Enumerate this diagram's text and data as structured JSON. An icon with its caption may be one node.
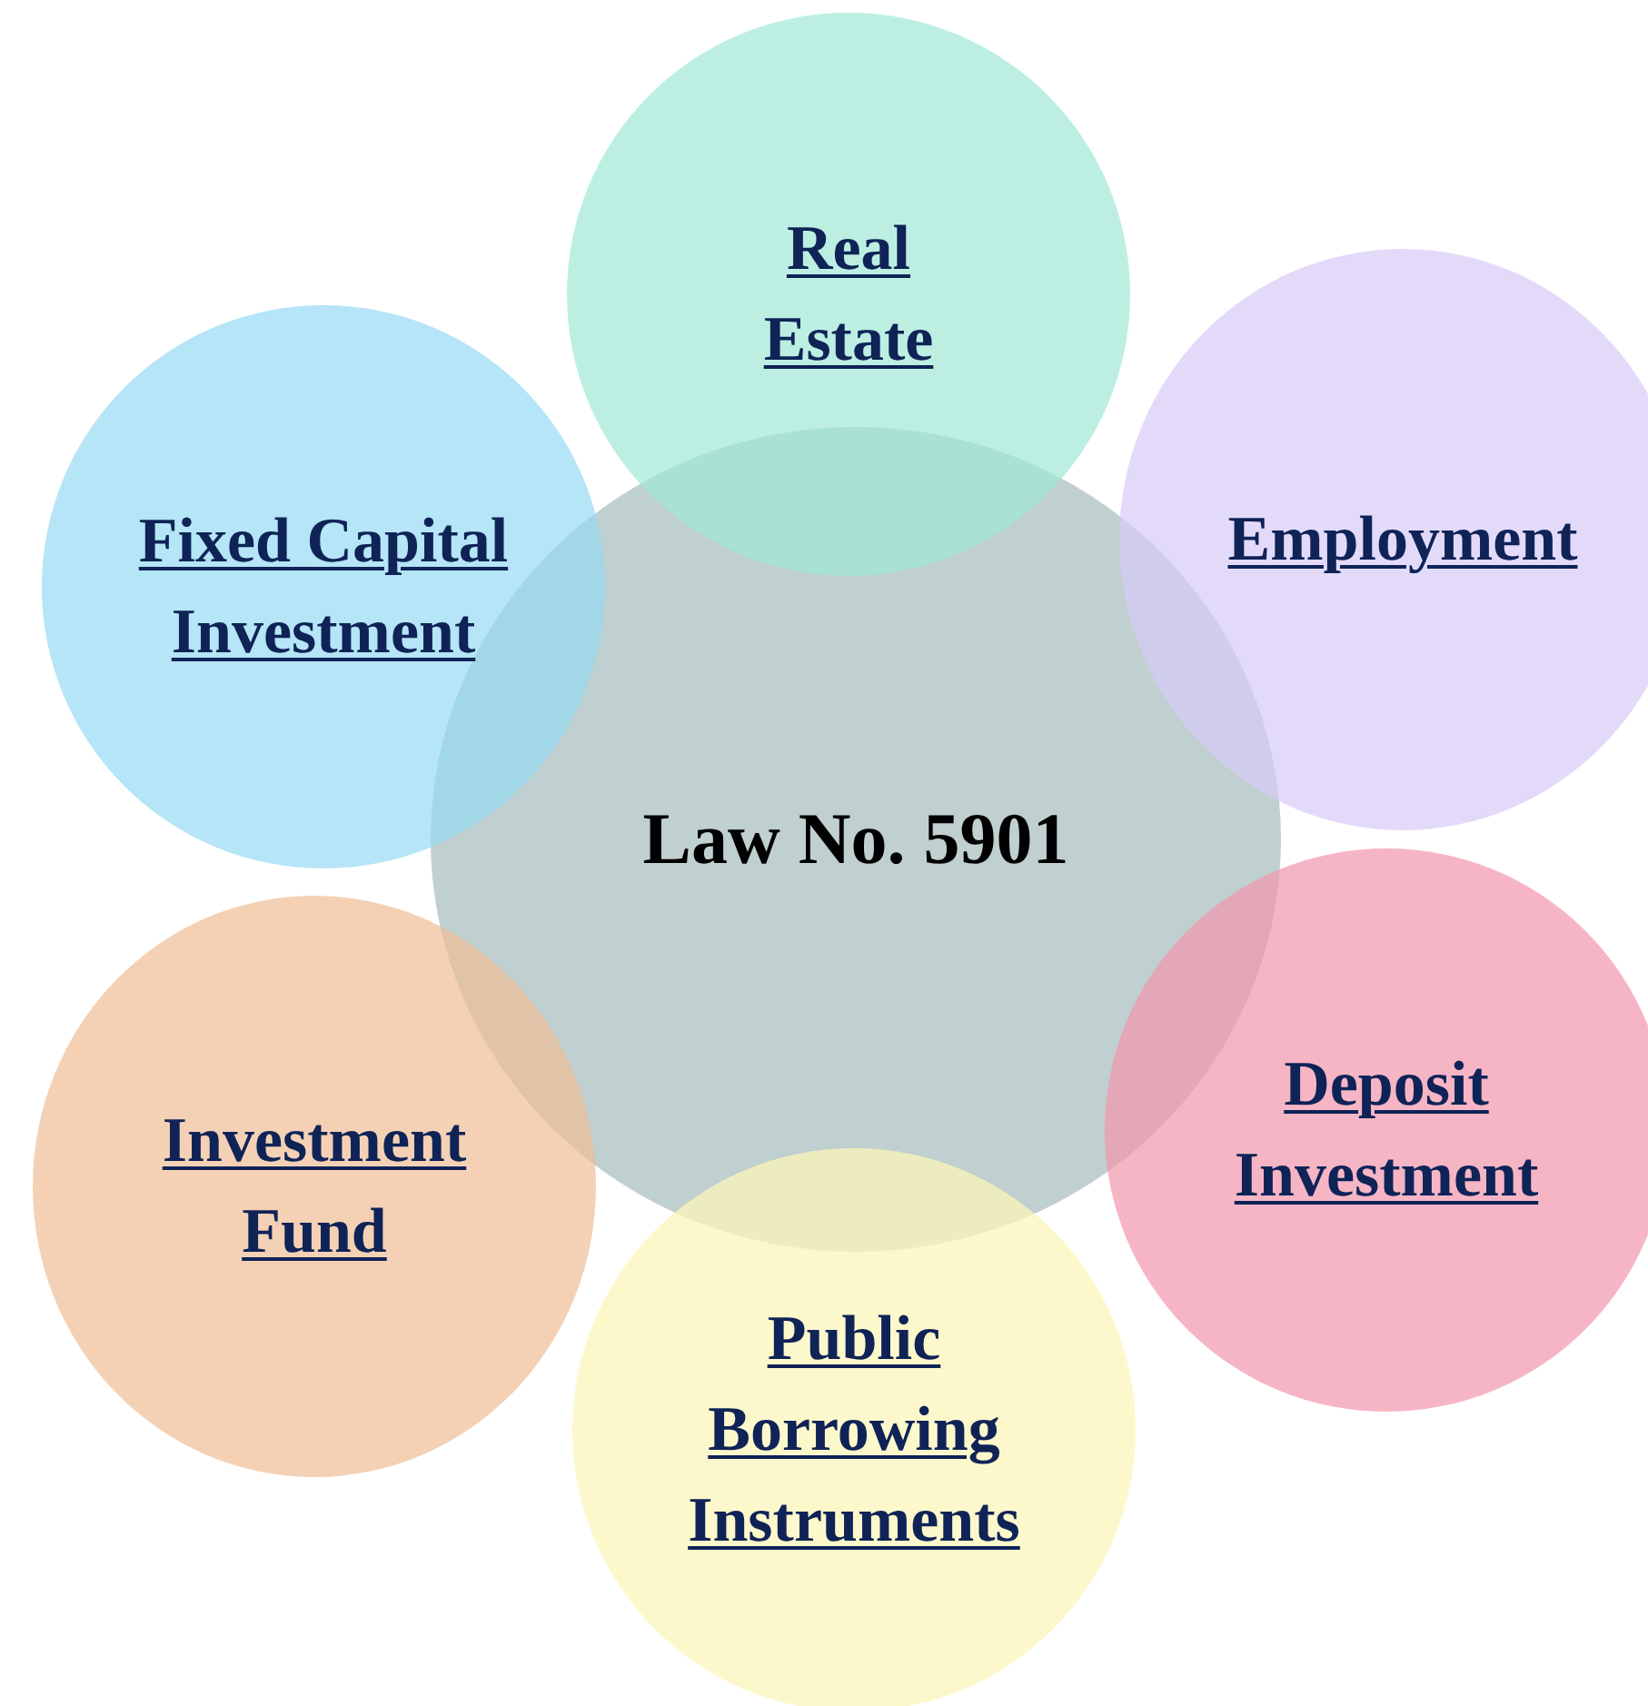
{
  "diagram": {
    "nodes": [
      {
        "text": [
          "Real Estate"
        ]
      },
      {
        "text": [
          "Employment"
        ]
      },
      {
        "text": [
          "Fixed Capital Investment"
        ]
      },
      {
        "text": [
          "Law No. 5901"
        ]
      },
      {
        "text": [
          "Deposit Investment"
        ]
      },
      {
        "text": [
          "Investment Fund"
        ]
      },
      {
        "text": [
          "Public Borrowing Instruments"
        ]
      }
    ]
  }
}
